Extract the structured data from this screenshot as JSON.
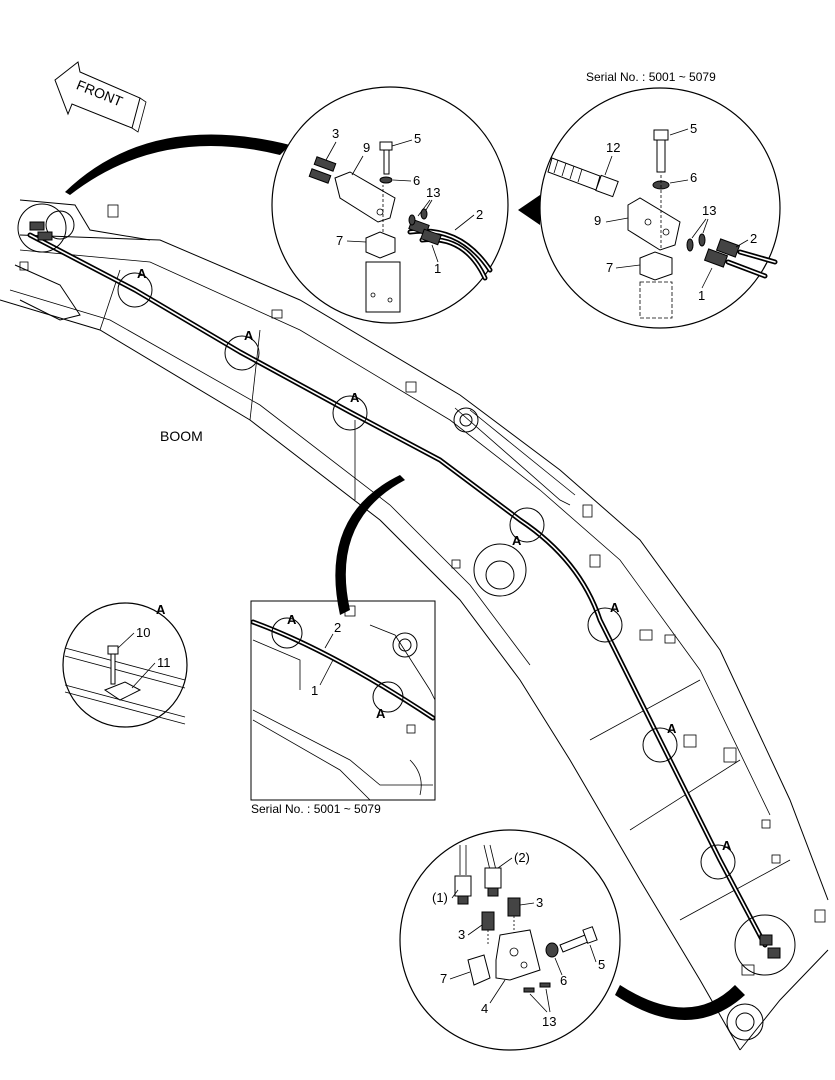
{
  "arrow_label": "FRONT",
  "boom_label": "BOOM",
  "serial_top": "Serial No. : 5001 ~ 5079",
  "serial_inset": "Serial No. : 5001 ~ 5079",
  "detail_mark": "A",
  "callouts": {
    "c1": "1",
    "c2": "2",
    "c3": "3",
    "c4": "4",
    "c5": "5",
    "c6": "6",
    "c7": "7",
    "c9": "9",
    "c10": "10",
    "c11": "11",
    "c12": "12",
    "c13": "13",
    "p1": "(1)",
    "p2": "(2)"
  }
}
